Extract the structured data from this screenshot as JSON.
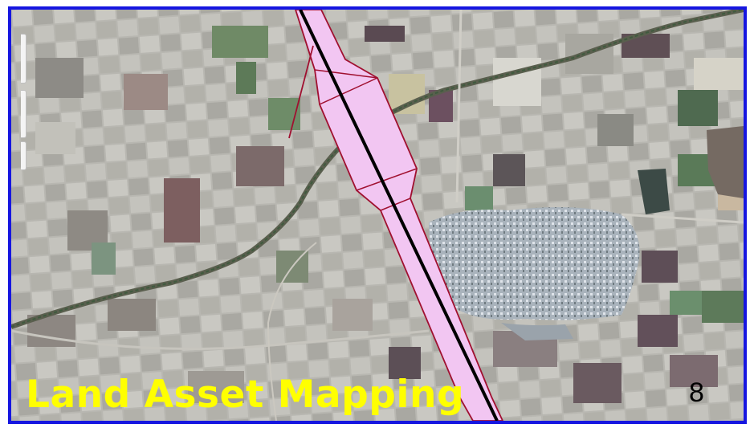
{
  "slide": {
    "title": "Land Asset Mapping",
    "page_number": "8"
  },
  "map": {
    "type": "satellite-imagery",
    "layers": [
      "farm-fields",
      "village-settlement",
      "canal",
      "roads",
      "corridor-right-of-way",
      "pipeline-centerline"
    ]
  },
  "colors": {
    "frame_border": "#1616e0",
    "title_text": "#ffff00",
    "corridor_fill": "#f2c6f2",
    "corridor_outline": "#a01030",
    "centerline": "#000000",
    "page_number": "#000000"
  }
}
